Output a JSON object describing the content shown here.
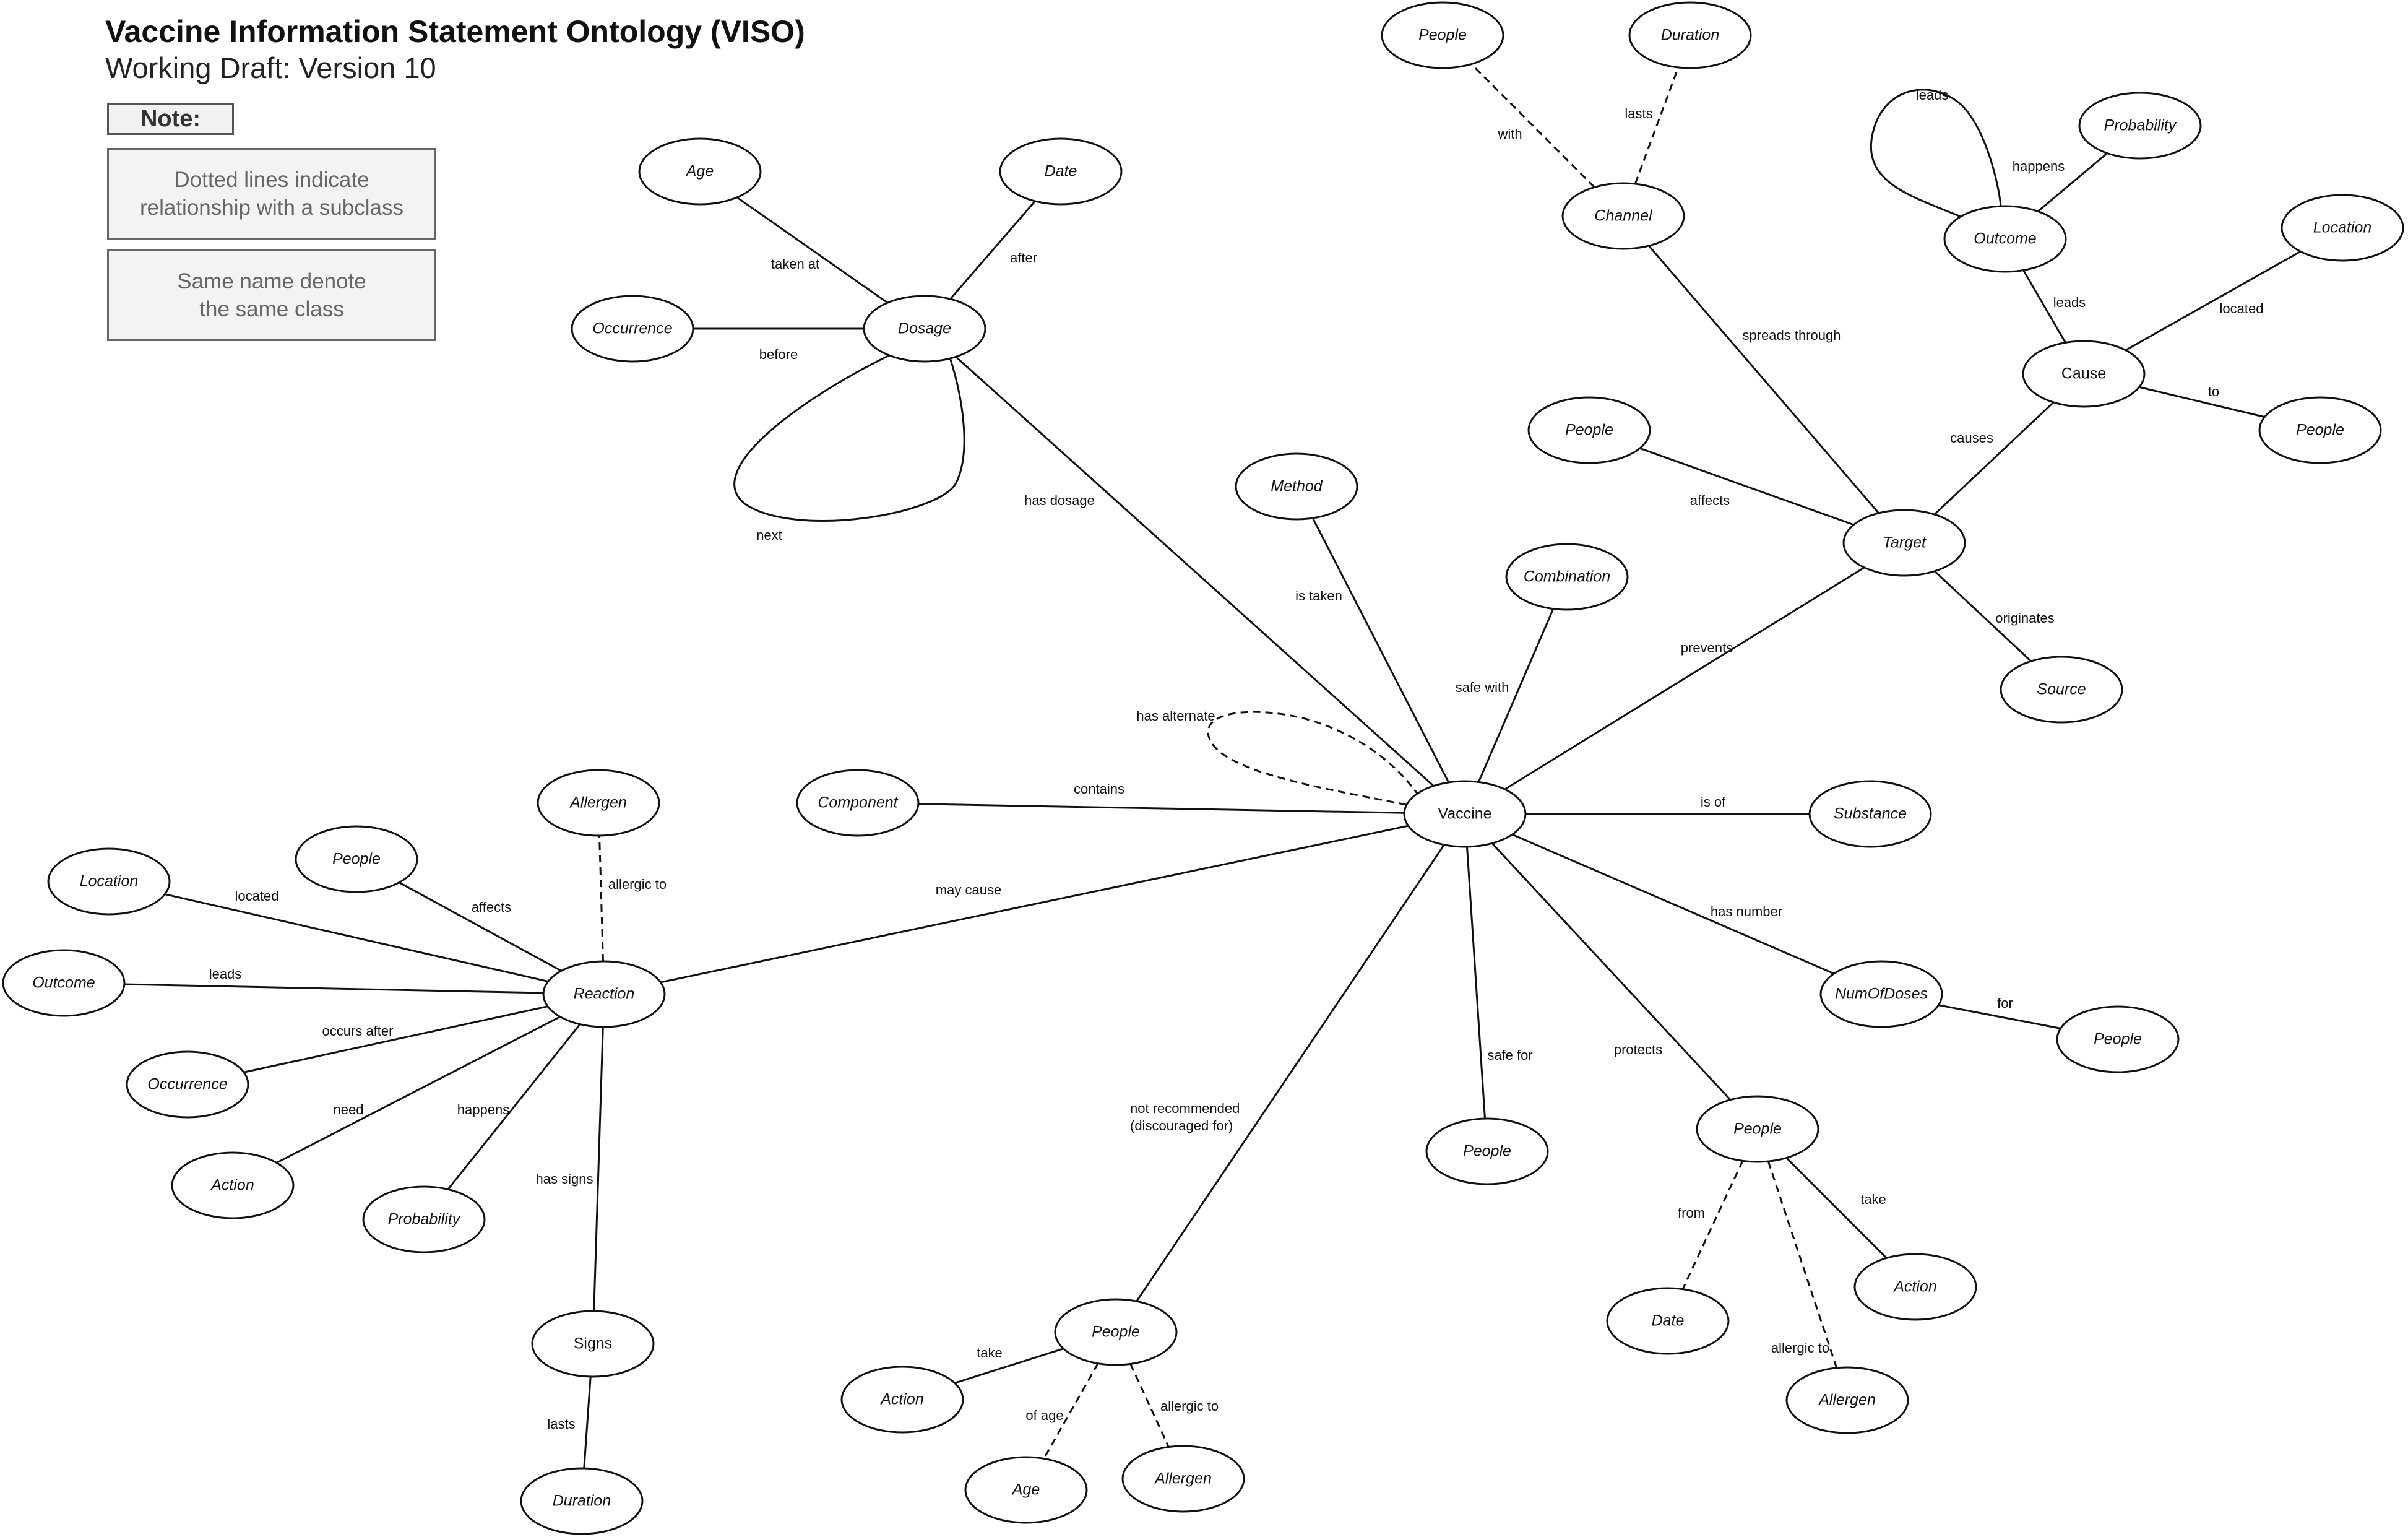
{
  "header": {
    "title": "Vaccine Information Statement Ontology (VISO)",
    "subtitle": "Working Draft: Version 10"
  },
  "notes": {
    "label": "Note:",
    "items": [
      "Dotted lines indicate\nrelationship with a subclass",
      "Same name denote\nthe same class"
    ]
  },
  "nodes": [
    {
      "id": "vaccine",
      "label": "Vaccine",
      "italic": false
    },
    {
      "id": "dosage",
      "label": "Dosage",
      "italic": true
    },
    {
      "id": "age-dosage",
      "label": "Age",
      "italic": true
    },
    {
      "id": "date-dosage",
      "label": "Date",
      "italic": true
    },
    {
      "id": "occurrence-dosage",
      "label": "Occurrence",
      "italic": true
    },
    {
      "id": "method",
      "label": "Method",
      "italic": true
    },
    {
      "id": "combination",
      "label": "Combination",
      "italic": true
    },
    {
      "id": "component",
      "label": "Component",
      "italic": true
    },
    {
      "id": "substance",
      "label": "Substance",
      "italic": true
    },
    {
      "id": "target",
      "label": "Target",
      "italic": true
    },
    {
      "id": "channel",
      "label": "Channel",
      "italic": true
    },
    {
      "id": "people-channel",
      "label": "People",
      "italic": true
    },
    {
      "id": "duration-channel",
      "label": "Duration",
      "italic": true
    },
    {
      "id": "people-target",
      "label": "People",
      "italic": true
    },
    {
      "id": "source",
      "label": "Source",
      "italic": true
    },
    {
      "id": "cause",
      "label": "Cause",
      "italic": false
    },
    {
      "id": "outcome-cause",
      "label": "Outcome",
      "italic": true
    },
    {
      "id": "probability-outcome",
      "label": "Probability",
      "italic": true
    },
    {
      "id": "location-cause",
      "label": "Location",
      "italic": true
    },
    {
      "id": "people-cause",
      "label": "People",
      "italic": true
    },
    {
      "id": "numofdoses",
      "label": "NumOfDoses",
      "italic": true
    },
    {
      "id": "people-numofdoses",
      "label": "People",
      "italic": true
    },
    {
      "id": "people-safe",
      "label": "People",
      "italic": true
    },
    {
      "id": "people-protects",
      "label": "People",
      "italic": true
    },
    {
      "id": "date-protects",
      "label": "Date",
      "italic": true
    },
    {
      "id": "action-protects",
      "label": "Action",
      "italic": true
    },
    {
      "id": "allergen-protects",
      "label": "Allergen",
      "italic": true
    },
    {
      "id": "people-notrec",
      "label": "People",
      "italic": true
    },
    {
      "id": "action-notrec",
      "label": "Action",
      "italic": true
    },
    {
      "id": "age-notrec",
      "label": "Age",
      "italic": true
    },
    {
      "id": "allergen-notrec",
      "label": "Allergen",
      "italic": true
    },
    {
      "id": "reaction",
      "label": "Reaction",
      "italic": true
    },
    {
      "id": "allergen-reaction",
      "label": "Allergen",
      "italic": true
    },
    {
      "id": "people-reaction",
      "label": "People",
      "italic": true
    },
    {
      "id": "location-reaction",
      "label": "Location",
      "italic": true
    },
    {
      "id": "outcome-reaction",
      "label": "Outcome",
      "italic": true
    },
    {
      "id": "occurrence-reaction",
      "label": "Occurrence",
      "italic": true
    },
    {
      "id": "action-reaction",
      "label": "Action",
      "italic": true
    },
    {
      "id": "probability-reaction",
      "label": "Probability",
      "italic": true
    },
    {
      "id": "signs",
      "label": "Signs",
      "italic": false
    },
    {
      "id": "duration-signs",
      "label": "Duration",
      "italic": true
    }
  ],
  "edges": [
    {
      "from": "vaccine",
      "to": "dosage",
      "label": "has dosage",
      "style": "solid"
    },
    {
      "from": "dosage",
      "to": "age-dosage",
      "label": "taken at",
      "style": "solid"
    },
    {
      "from": "dosage",
      "to": "date-dosage",
      "label": "after",
      "style": "solid"
    },
    {
      "from": "dosage",
      "to": "occurrence-dosage",
      "label": "before",
      "style": "solid"
    },
    {
      "from": "dosage",
      "to": "dosage",
      "label": "next",
      "style": "solid"
    },
    {
      "from": "vaccine",
      "to": "method",
      "label": "is taken",
      "style": "solid"
    },
    {
      "from": "vaccine",
      "to": "combination",
      "label": "safe with",
      "style": "solid"
    },
    {
      "from": "vaccine",
      "to": "vaccine",
      "label": "has alternate",
      "style": "dashed"
    },
    {
      "from": "vaccine",
      "to": "component",
      "label": "contains",
      "style": "solid"
    },
    {
      "from": "vaccine",
      "to": "substance",
      "label": "is of",
      "style": "solid"
    },
    {
      "from": "vaccine",
      "to": "target",
      "label": "prevents",
      "style": "solid"
    },
    {
      "from": "target",
      "to": "channel",
      "label": "spreads through",
      "style": "solid"
    },
    {
      "from": "channel",
      "to": "people-channel",
      "label": "with",
      "style": "dashed"
    },
    {
      "from": "channel",
      "to": "duration-channel",
      "label": "lasts",
      "style": "dashed"
    },
    {
      "from": "target",
      "to": "people-target",
      "label": "affects",
      "style": "solid"
    },
    {
      "from": "target",
      "to": "source",
      "label": "originates",
      "style": "solid"
    },
    {
      "from": "target",
      "to": "cause",
      "label": "causes",
      "style": "solid"
    },
    {
      "from": "cause",
      "to": "outcome-cause",
      "label": "leads",
      "style": "solid"
    },
    {
      "from": "outcome-cause",
      "to": "outcome-cause",
      "label": "leads",
      "style": "solid"
    },
    {
      "from": "outcome-cause",
      "to": "probability-outcome",
      "label": "happens",
      "style": "solid"
    },
    {
      "from": "cause",
      "to": "location-cause",
      "label": "located",
      "style": "solid"
    },
    {
      "from": "cause",
      "to": "people-cause",
      "label": "to",
      "style": "solid"
    },
    {
      "from": "vaccine",
      "to": "numofdoses",
      "label": "has number",
      "style": "solid"
    },
    {
      "from": "numofdoses",
      "to": "people-numofdoses",
      "label": "for",
      "style": "solid"
    },
    {
      "from": "vaccine",
      "to": "people-safe",
      "label": "safe for",
      "style": "solid"
    },
    {
      "from": "vaccine",
      "to": "people-protects",
      "label": "protects",
      "style": "solid"
    },
    {
      "from": "people-protects",
      "to": "date-protects",
      "label": "from",
      "style": "dashed"
    },
    {
      "from": "people-protects",
      "to": "allergen-protects",
      "label": "allergic to",
      "style": "dashed"
    },
    {
      "from": "people-protects",
      "to": "action-protects",
      "label": "take",
      "style": "solid"
    },
    {
      "from": "vaccine",
      "to": "people-notrec",
      "label": "not recommended\n(discouraged for)",
      "style": "solid"
    },
    {
      "from": "people-notrec",
      "to": "action-notrec",
      "label": "take",
      "style": "solid"
    },
    {
      "from": "people-notrec",
      "to": "age-notrec",
      "label": "of age",
      "style": "dashed"
    },
    {
      "from": "people-notrec",
      "to": "allergen-notrec",
      "label": "allergic to",
      "style": "dashed"
    },
    {
      "from": "vaccine",
      "to": "reaction",
      "label": "may cause",
      "style": "solid"
    },
    {
      "from": "reaction",
      "to": "allergen-reaction",
      "label": "allergic to",
      "style": "dashed"
    },
    {
      "from": "reaction",
      "to": "people-reaction",
      "label": "affects",
      "style": "solid"
    },
    {
      "from": "reaction",
      "to": "location-reaction",
      "label": "located",
      "style": "solid"
    },
    {
      "from": "reaction",
      "to": "outcome-reaction",
      "label": "leads",
      "style": "solid"
    },
    {
      "from": "reaction",
      "to": "occurrence-reaction",
      "label": "occurs after",
      "style": "solid"
    },
    {
      "from": "reaction",
      "to": "action-reaction",
      "label": "need",
      "style": "solid"
    },
    {
      "from": "reaction",
      "to": "probability-reaction",
      "label": "happens",
      "style": "solid"
    },
    {
      "from": "reaction",
      "to": "signs",
      "label": "has signs",
      "style": "solid"
    },
    {
      "from": "signs",
      "to": "duration-signs",
      "label": "lasts",
      "style": "solid"
    }
  ]
}
